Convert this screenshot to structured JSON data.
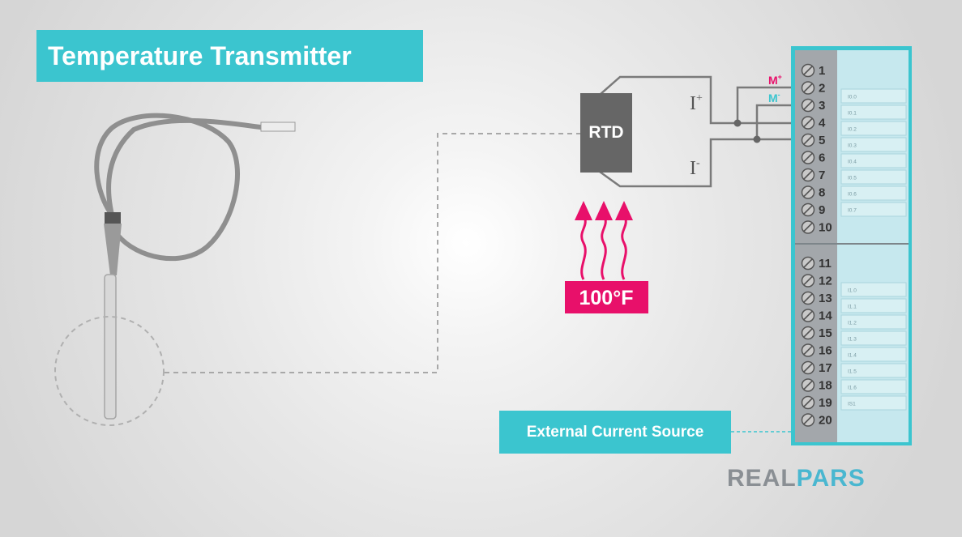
{
  "title": "Temperature Transmitter",
  "rtd_label": "RTD",
  "current_plus": "I",
  "current_plus_sup": "+",
  "current_minus": "I",
  "current_minus_sup": "-",
  "m_plus": "M",
  "m_plus_sup": "+",
  "m_minus": "M",
  "m_minus_sup": "-",
  "temperature_reading": "100°F",
  "terminals": [
    "1",
    "2",
    "3",
    "4",
    "5",
    "6",
    "7",
    "8",
    "9",
    "10",
    "11",
    "12",
    "13",
    "14",
    "15",
    "16",
    "17",
    "18",
    "19",
    "20"
  ],
  "channels_upper": [
    "I0.0",
    "I0.1",
    "I0.2",
    "I0.3",
    "I0.4",
    "I0.5",
    "I0.6",
    "I0.7"
  ],
  "channels_lower": [
    "I1.0",
    "I1.1",
    "I1.2",
    "I1.3",
    "I1.4",
    "I1.5",
    "I1.6",
    "IS1"
  ],
  "external_source_label": "External Current Source",
  "brand": {
    "part1": "REAL",
    "part2": "PARS"
  },
  "colors": {
    "accent": "#3bc5cf",
    "heat": "#e8106a",
    "brand_gray": "#8a8f94",
    "brand_blue": "#4ab7d0",
    "wire": "#7a7a7a"
  }
}
